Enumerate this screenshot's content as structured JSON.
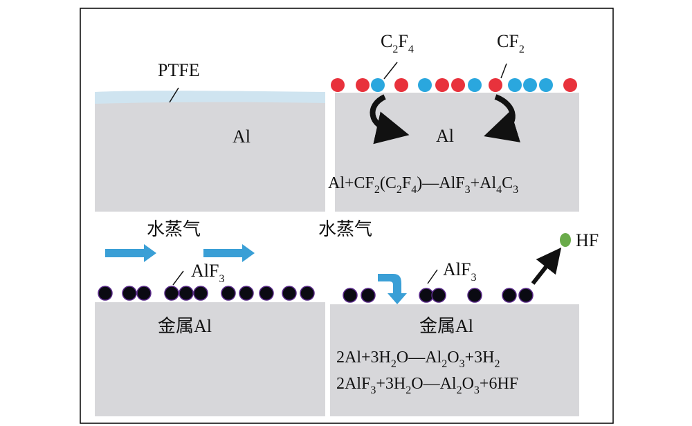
{
  "panels": {
    "top_left": {
      "coating_label": "PTFE",
      "metal_label": "Al"
    },
    "top_right": {
      "species_c2f4": {
        "base": "C",
        "sub1": "2",
        "mid": "F",
        "sub2": "4"
      },
      "species_cf2": {
        "base": "CF",
        "sub": "2"
      },
      "metal_label": "Al",
      "equation": {
        "p1": "Al+CF",
        "s1": "2",
        "p2": "(C",
        "s2": "2",
        "p3": "F",
        "s3": "4",
        "p4": ")—AlF",
        "s4": "3",
        "p5": "+Al",
        "s5": "4",
        "p6": "C",
        "s6": "3"
      }
    },
    "bottom_left": {
      "vapor_label": "水蒸气",
      "species_alf3": {
        "base": "AlF",
        "sub": "3"
      },
      "metal_label": "金属Al"
    },
    "bottom_right": {
      "vapor_label": "水蒸气",
      "species_alf3": {
        "base": "AlF",
        "sub": "3"
      },
      "hf_label": "HF",
      "metal_label": "金属Al",
      "equation1": {
        "p1": "2Al+3H",
        "s1": "2",
        "p2": "O—Al",
        "s2": "2",
        "p3": "O",
        "s3": "3",
        "p4": "+3H",
        "s4": "2"
      },
      "equation2": {
        "p1": "2AlF",
        "s1": "3",
        "p2": "+3H",
        "s2": "2",
        "p3": "O—Al",
        "s3": "2",
        "p4": "O",
        "s4": "3",
        "p5": "+6HF"
      }
    }
  },
  "colors": {
    "border": "#000000",
    "metal": "#d7d7da",
    "ptfe_layer": "#cfe4f0",
    "fluorine_particle": "#e8323c",
    "carbon_particle": "#2aa7de",
    "alf3_particle": "#0a0a12",
    "alf3_outline": "#5a2a8a",
    "vapor_arrow": "#3a9fd6",
    "hf_particle": "#6aab4a",
    "curved_arrow": "#111111"
  }
}
